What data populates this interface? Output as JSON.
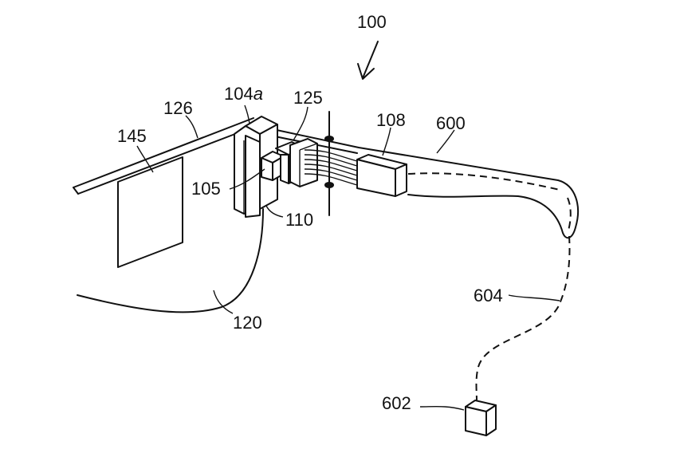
{
  "figure": {
    "colors": {
      "ink": "#111111",
      "paper": "#ffffff"
    },
    "labels": {
      "l100": "100",
      "l126": "126",
      "l104a_num": "104",
      "l104a_suffix": "a",
      "l125": "125",
      "l108": "108",
      "l600": "600",
      "l145": "145",
      "l105": "105",
      "l110": "110",
      "l120": "120",
      "l604": "604",
      "l602": "602"
    }
  }
}
